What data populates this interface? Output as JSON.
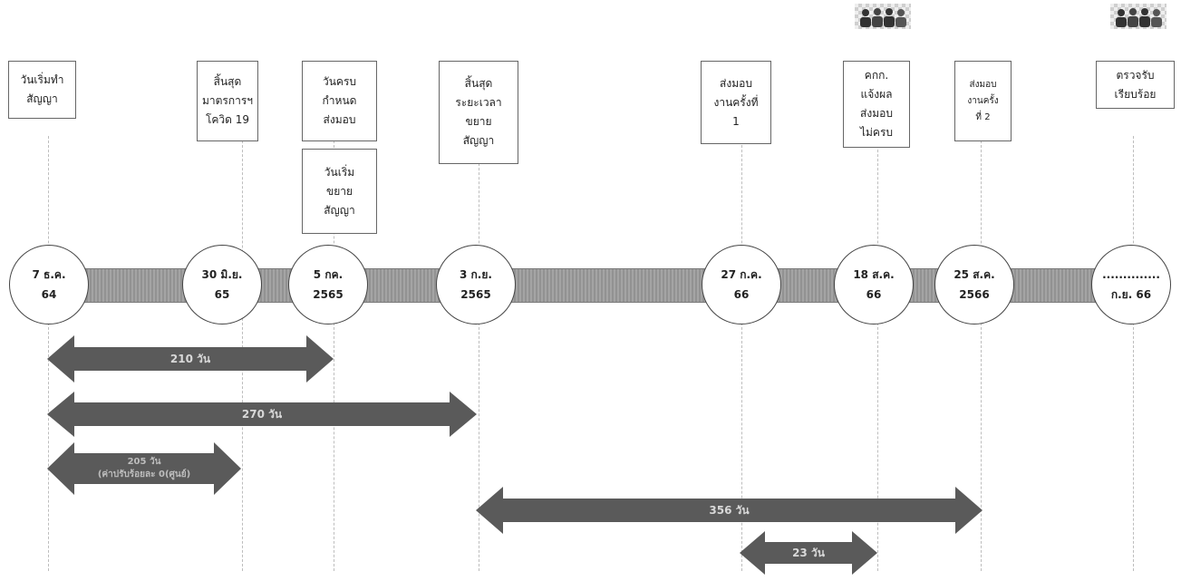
{
  "milestones": [
    {
      "date_line1": "7 ธ.ค.",
      "date_line2": "64",
      "label": "วันเริ่มทำ\nสัญญา"
    },
    {
      "date_line1": "30 มิ.ย.",
      "date_line2": "65",
      "label": "สิ้นสุด\nมาตรการฯ\nโควิด 19"
    },
    {
      "date_line1": "5 กค.",
      "date_line2": "2565",
      "label": "วันครบ\nกำหนด\nส่งมอบ",
      "label2": "วันเริ่ม\nขยาย\nสัญญา"
    },
    {
      "date_line1": "3 ก.ย.",
      "date_line2": "2565",
      "label": "สิ้นสุด\nระยะเวลา\nขยาย\nสัญญา"
    },
    {
      "date_line1": "27 ก.ค.",
      "date_line2": "66",
      "label": "ส่งมอบ\nงานครั้งที่\n1"
    },
    {
      "date_line1": "18 ส.ค.",
      "date_line2": "66",
      "label": "คกก.\nแจ้งผล\nส่งมอบ\nไม่ครบ"
    },
    {
      "date_line1": "25 ส.ค.",
      "date_line2": "2566",
      "label": "ส่งมอบ\nงานครั้ง\nที่ 2"
    },
    {
      "date_line1": "..............",
      "date_line2": "ก.ย. 66",
      "label": "ตรวจรับ\nเรียบร้อย"
    }
  ],
  "arrows": [
    {
      "label": "210 วัน"
    },
    {
      "label": "270 วัน"
    },
    {
      "label": "205 วัน\n(ค่าปรับร้อยละ 0(ศูนย์)"
    },
    {
      "label": "356 วัน"
    },
    {
      "label": "23 วัน"
    }
  ],
  "icons": [
    "people-group-icon",
    "people-group-icon"
  ],
  "colors": {
    "bar": "#9a9a9a",
    "arrow": "#5a5a5a",
    "arrow_label": "#d8d8d8"
  }
}
